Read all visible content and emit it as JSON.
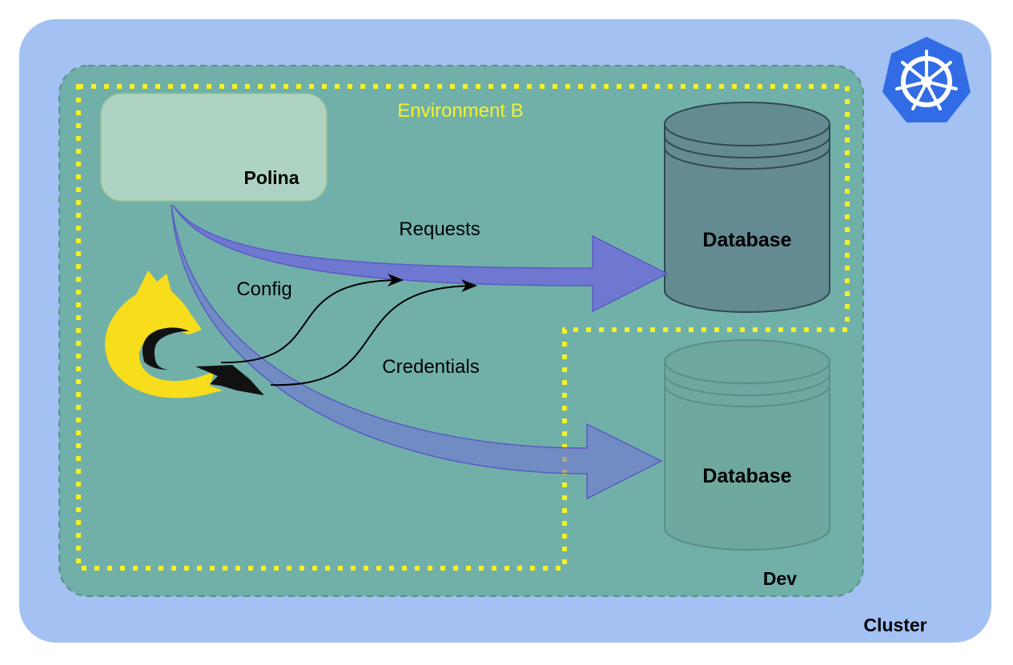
{
  "labels": {
    "cluster": "Cluster",
    "dev": "Dev",
    "environment": "Environment B",
    "polina": "Polina",
    "database_primary": "Database",
    "database_dev": "Database",
    "requests": "Requests",
    "config": "Config",
    "credentials": "Credentials"
  },
  "colors": {
    "cluster_fill": "#a4c1f4",
    "dev_fill": "#71b0a9",
    "dev_border": "#5b8f88",
    "environment_border": "#f5f12a",
    "environment_label": "#f5f12a",
    "polina_fill": "#aed3c3",
    "polina_border": "#9cc497",
    "database_primary_fill": "#648b92",
    "database_dev_fill": "#6ea89f",
    "arrow_fill": "#6f6fd8",
    "logo_yellow": "#f7dd1c",
    "kubernetes_blue": "#326ce5"
  },
  "icons": {
    "kubernetes": "kubernetes-helm-icon",
    "fox": "fox-logo-icon"
  }
}
